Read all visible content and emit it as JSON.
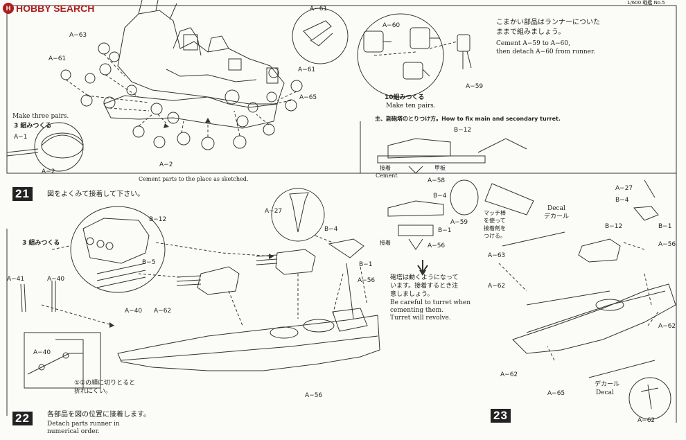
{
  "watermark": {
    "brand": "HOBBY SEARCH",
    "logo_icon": "hobby-search-logo-icon"
  },
  "corner_note": "1/600 戦艦 No.5",
  "step21": {
    "number": "21",
    "instruction_jp": "図をよくみて接着して下さい。",
    "caption_en": "Cement parts to the place as sketched.",
    "make_three_en": "Make three pairs.",
    "make_three_jp": "3 組みつくる",
    "make_ten_jp": "10組みつくる",
    "make_ten_en": "Make ten pairs.",
    "note_jp_1": "こまかい部品はランナーについた",
    "note_jp_2": "ままで組みましょう。",
    "note_en_1": "Cement A−59 to A−60,",
    "note_en_2": "then detach A−60 from runner.",
    "labels": [
      "A−63",
      "A−61",
      "A−60",
      "A−61",
      "A−65",
      "A−59",
      "A−1",
      "A−2",
      "A−2",
      "A−61"
    ]
  },
  "turret_box": {
    "title": "主、副砲塔のとりつけ方。How to fix main and secondary turret.",
    "cement_jp": "接着",
    "cement_en": "Cement",
    "deck_jp": "甲板",
    "cement_jp2": "接着",
    "match_note_1": "マッチ棒",
    "match_note_2": "を使って",
    "match_note_3": "接着剤を",
    "match_note_4": "つける。",
    "turret_jp_1": "砲塔は動くようになって",
    "turret_jp_2": "います。接着するとき注",
    "turret_jp_3": "意しましょう。",
    "turret_en_1": "Be careful to turret when",
    "turret_en_2": "cementing them.",
    "turret_en_3": "Turret will revolve.",
    "labels": [
      "B−12",
      "A−58",
      "B−4",
      "B−1",
      "A−56",
      "A−59"
    ]
  },
  "step22": {
    "number": "22",
    "make_three_jp": "3 組みつくる",
    "instruction_jp": "各部品を図の位置に接着します。",
    "instruction_en_1": "Detach parts runner in",
    "instruction_en_2": "numerical order.",
    "cut_note_1": "①②の順に切りとると",
    "cut_note_2": "折れにくい。",
    "labels": [
      "B−12",
      "B−5",
      "A−27",
      "B−4",
      "B−1",
      "A−56",
      "A−41",
      "A−40",
      "A−40",
      "A−62",
      "A−40",
      "A−56"
    ]
  },
  "step23": {
    "number": "23",
    "decal_en": "Decal",
    "decal_jp": "デカール",
    "decal_jp_2": "デカール",
    "decal_en_2": "Decal",
    "labels": [
      "A−27",
      "B−4",
      "B−12",
      "B−1",
      "A−56",
      "A−63",
      "A−62",
      "A−62",
      "A−65",
      "A−62",
      "A−62"
    ]
  }
}
